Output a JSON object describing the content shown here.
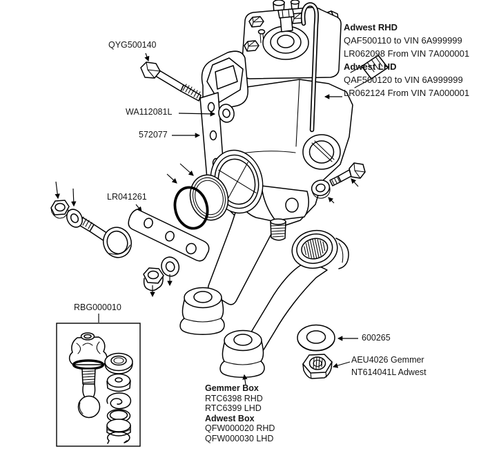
{
  "palette": {
    "background": "#ffffff",
    "line": "#000000",
    "text": "#161616"
  },
  "callouts": {
    "bolt": "QYG500140",
    "washer_plate": "WA112081L",
    "plate": "572077",
    "drop_arm_link": "LR041261",
    "ball_joint_kit": "RBG000010",
    "washer_bottom": "600265",
    "nut_gemmer": "AEU4026 Gemmer",
    "nut_adwest": "NT614041L Adwest"
  },
  "adwest_block": {
    "rhd_heading": "Adwest RHD",
    "rhd_range1": "QAF500110 to VIN 6A999999",
    "rhd_range2": "LR062098 From VIN 7A000001",
    "lhd_heading": "Adwest LHD",
    "lhd_range1": "QAF500120 to VIN 6A999999",
    "lhd_range2": "LR062124 From VIN 7A000001"
  },
  "box_block": {
    "gemmer_heading": "Gemmer Box",
    "gemmer_rhd": "RTC6398 RHD",
    "gemmer_lhd": "RTC6399 LHD",
    "adwest_heading": "Adwest Box",
    "adwest_rhd": "QFW000020 RHD",
    "adwest_lhd": "QFW000030 LHD"
  }
}
